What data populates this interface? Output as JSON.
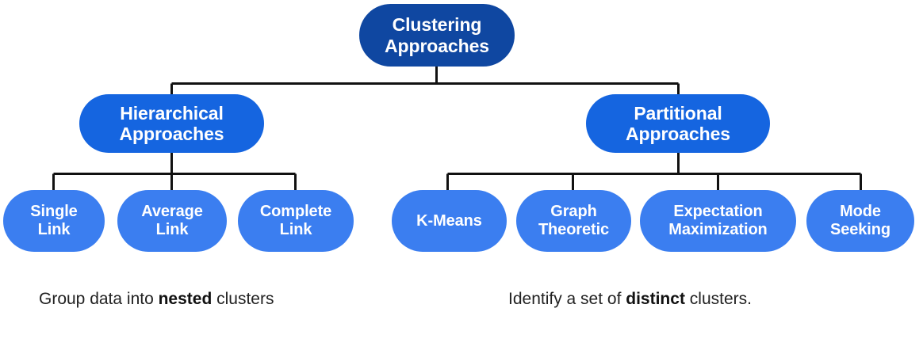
{
  "diagram": {
    "type": "tree-hierarchy",
    "title": "Clustering Approaches taxonomy",
    "colors": {
      "root_fill": "#0f47a1",
      "level2_fill": "#1565e0",
      "leaf_fill": "#3b7ef0",
      "node_text": "#ffffff",
      "connector": "#111111",
      "background": "#ffffff",
      "caption_text": "#222222"
    },
    "root": {
      "label": "Clustering\nApproaches"
    },
    "branches": [
      {
        "id": "hierarchical",
        "label": "Hierarchical\nApproaches",
        "caption_prefix": "Group data into ",
        "caption_emphasis": "nested",
        "caption_suffix": " clusters",
        "children": [
          {
            "id": "single-link",
            "label": "Single\nLink"
          },
          {
            "id": "average-link",
            "label": "Average\nLink"
          },
          {
            "id": "complete-link",
            "label": "Complete\nLink"
          }
        ]
      },
      {
        "id": "partitional",
        "label": "Partitional\nApproaches",
        "caption_prefix": "Identify a set of ",
        "caption_emphasis": "distinct",
        "caption_suffix": " clusters.",
        "children": [
          {
            "id": "k-means",
            "label": "K-Means"
          },
          {
            "id": "graph-theoretic",
            "label": "Graph\nTheoretic"
          },
          {
            "id": "expectation-maximization",
            "label": "Expectation\nMaximization"
          },
          {
            "id": "mode-seeking",
            "label": "Mode\nSeeking"
          }
        ]
      }
    ]
  }
}
